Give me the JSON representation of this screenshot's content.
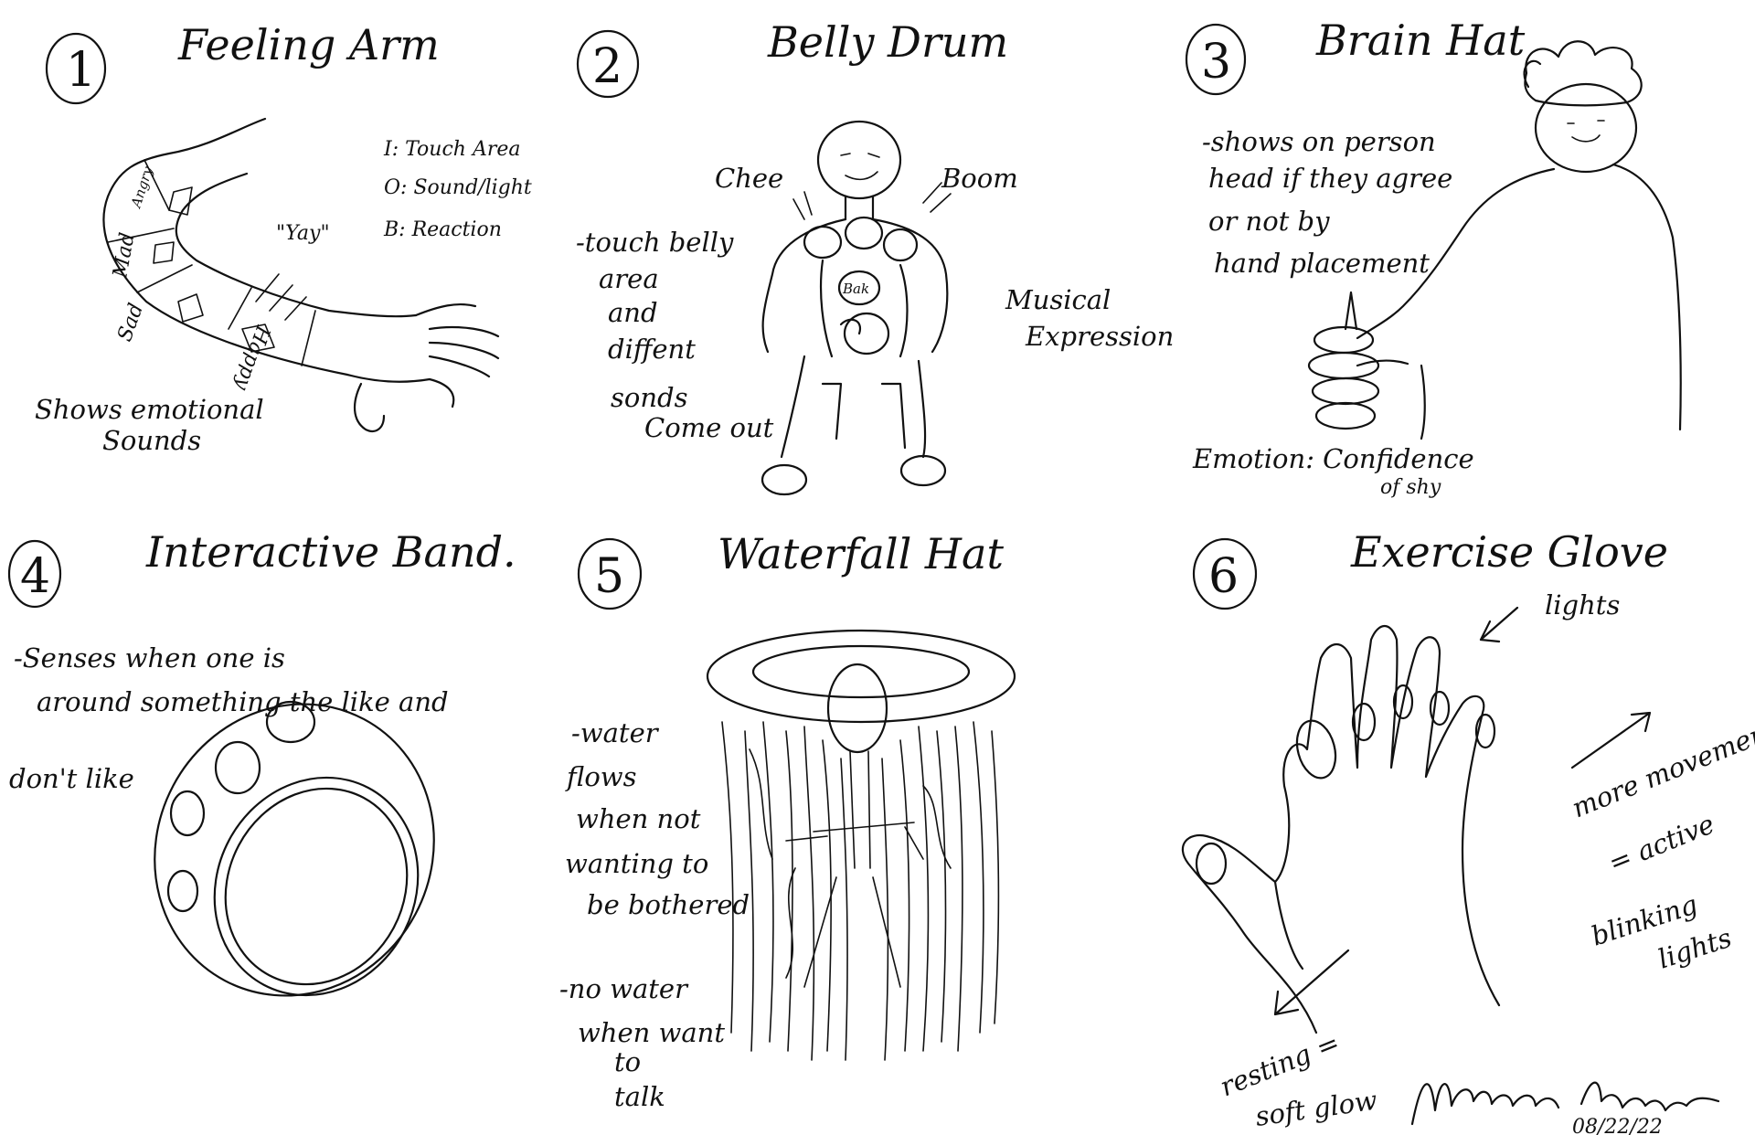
{
  "panels": [
    {
      "number": "1",
      "title": "Feeling Arm",
      "legend": [
        "I: Touch Area",
        "O: Sound/light",
        "B: Reaction"
      ],
      "segments": [
        "Angry",
        "Mad",
        "Sad",
        "Happy"
      ],
      "callout": "\"Yay\"",
      "note": [
        "Shows emotional",
        "Sounds"
      ]
    },
    {
      "number": "2",
      "title": "Belly Drum",
      "labels": [
        "Chee",
        "Boom",
        "Bak"
      ],
      "note": [
        "-touch belly",
        "area",
        "and",
        "diffent",
        "sonds",
        "Come out"
      ],
      "side_note": [
        "Musical",
        "Expression"
      ]
    },
    {
      "number": "3",
      "title": "Brain Hat",
      "note": [
        "-shows on person",
        "head if they agree",
        "or not by",
        "hand placement"
      ],
      "emotion": [
        "Emotion: Confidence",
        "of shy"
      ]
    },
    {
      "number": "4",
      "title": "Interactive Band.",
      "note": [
        "-Senses when one is",
        "around something the like and",
        "don't like"
      ]
    },
    {
      "number": "5",
      "title": "Waterfall Hat",
      "note1": [
        "-water",
        "flows",
        "when not",
        "wanting to",
        "be bothered"
      ],
      "note2": [
        "-no water",
        "when want",
        "to",
        "talk"
      ]
    },
    {
      "number": "6",
      "title": "Exercise Glove",
      "label_lights": "lights",
      "note_active": [
        "more movement",
        "= active",
        "blinking",
        "lights"
      ],
      "note_rest": [
        "resting =",
        "soft glow"
      ],
      "signature_date": "08/22/22"
    }
  ]
}
